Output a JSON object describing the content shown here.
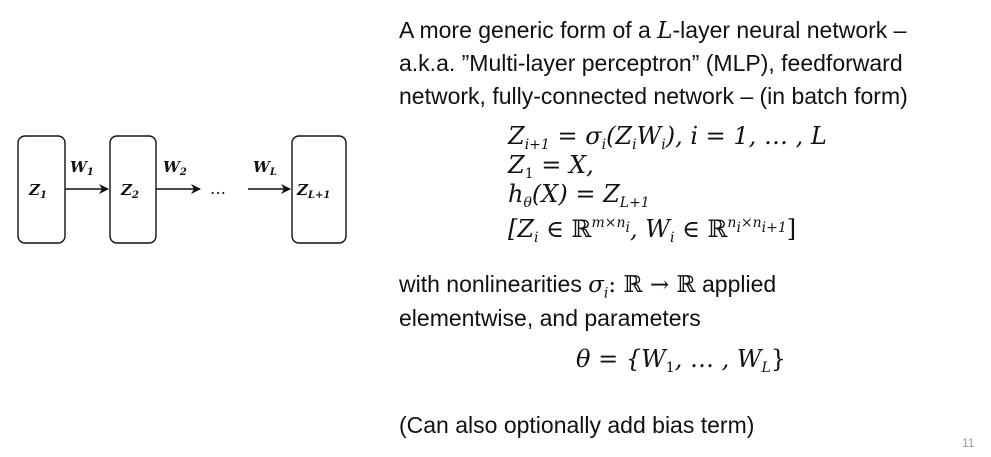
{
  "diagram": {
    "nodes": [
      {
        "base": "Z",
        "sub": "1"
      },
      {
        "base": "Z",
        "sub": "2"
      },
      {
        "base": "Z",
        "sub": "L+1"
      }
    ],
    "weights": [
      {
        "base": "W",
        "sub": "1"
      },
      {
        "base": "W",
        "sub": "2"
      },
      {
        "base": "W",
        "sub": "L"
      }
    ],
    "ellipsis": "…"
  },
  "intro": {
    "line1_pre": "A more generic form of a ",
    "line1_math": "L",
    "line1_post": "-layer neural network –",
    "line2": "a.k.a. ”Multi-layer perceptron” (MLP), feedforward",
    "line3": "network, fully-connected network – (in batch form)"
  },
  "equations": {
    "eq1": {
      "lhs_base": "Z",
      "lhs_sub": "i+1",
      "eq": " = ",
      "sigma": "σ",
      "sigma_sub": "i",
      "arg": "(Z",
      "arg_sub": "i",
      "arg2": "W",
      "arg2_sub": "i",
      "tail": "), i = 1, … , L"
    },
    "eq2": {
      "text_base": "Z",
      "text_sub": "1",
      "tail": " = X,"
    },
    "eq3": {
      "base": "h",
      "sub": "θ",
      "mid": "(X) = Z",
      "mid_sub": "L+1"
    },
    "eq4": {
      "open": "[Z",
      "zsub": "i",
      "in1": " ∈ ℝ",
      "sup1": "m×n",
      "sup1_sub": "i",
      "sep": ",  W",
      "wsub": "i",
      "in2": " ∈ ℝ",
      "sup2": "n",
      "sup2_sub1": "i",
      "sup2_x": "×n",
      "sup2_sub2": "i+1",
      "close": "]"
    }
  },
  "nonlinear": {
    "line1_pre": "with nonlinearities ",
    "sigma": "σ",
    "sigma_sub": "i",
    "map": ": ℝ → ℝ",
    "line1_post": " applied",
    "line2": "elementwise, and parameters"
  },
  "theta": {
    "pre": "θ = {W",
    "sub1": "1",
    "mid": ", … , W",
    "sub2": "L",
    "post": "}"
  },
  "note": "(Can also optionally add bias term)",
  "page_number": "11"
}
